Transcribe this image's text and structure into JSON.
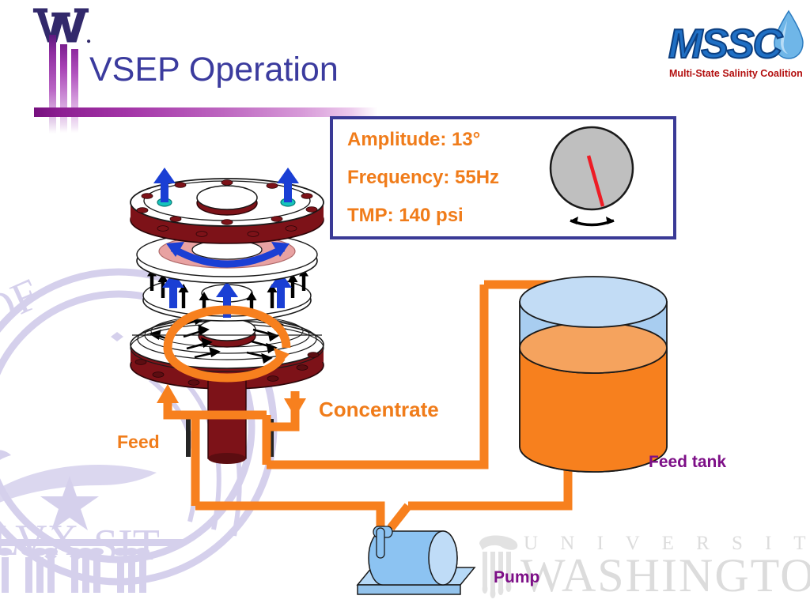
{
  "slide": {
    "title": "VSEP Operation",
    "title_color": "#3b3b9e"
  },
  "logos": {
    "uw_w": "uw-w-logo",
    "mssc_letters": "MSSC",
    "mssc_subtitle": "Multi-State Salinity Coalition"
  },
  "watermark": {
    "uw_line1": "U N I V E R S I T Y   O F",
    "uw_line2": "WASHINGTON",
    "seal_of": "OF",
    "seal_motto": "LVX · · SIT"
  },
  "info_box": {
    "border_color": "#3a3a96",
    "text_color": "#f07c1a",
    "lines": [
      "Amplitude: 13°",
      "Frequency: 55Hz",
      "TMP: 140 psi"
    ],
    "gauge": {
      "name": "torsional-oscillation-gauge",
      "disc_color": "#bfbfbf",
      "needle_color": "#ee1c25",
      "arrow_label": "oscillation-arrow"
    }
  },
  "diagram": {
    "labels": {
      "feed": "Feed",
      "concentrate": "Concentrate",
      "feed_tank": "Feed tank",
      "pump": "Pump"
    },
    "colors": {
      "pipe": "#f7801e",
      "disc_rim": "#7d1218",
      "membrane": "#e8a2a2",
      "arrow_blue": "#1a3fd4",
      "tank_liquid": "#f7801e",
      "tank_head": "#a8cdf0",
      "pump_body": "#8cc3f2",
      "label_purple": "#7d0f87"
    },
    "components": [
      {
        "name": "vsep-filter-stack",
        "parts": [
          "top-flange-disc",
          "membrane-disc",
          "permeate-disc",
          "base-disc",
          "center-shaft"
        ]
      },
      {
        "name": "feed-tank"
      },
      {
        "name": "pump"
      },
      {
        "name": "piping-loop"
      }
    ]
  }
}
